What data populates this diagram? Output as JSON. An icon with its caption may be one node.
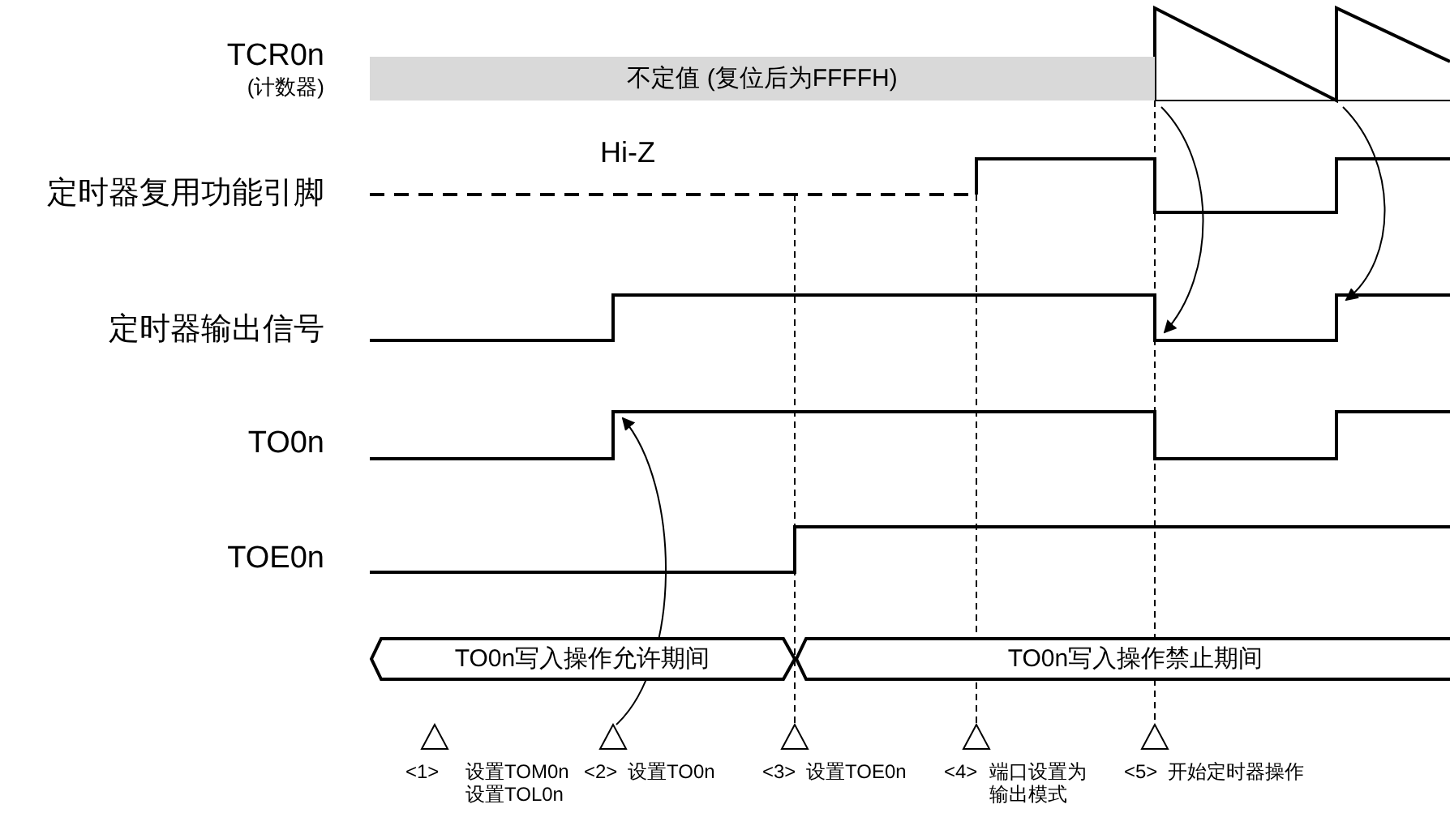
{
  "diagram": {
    "nodes": [
      {
        "text": [
          "不定值 (复位后为FFFFH)"
        ]
      },
      {
        "text": [
          "TO0n写入操作允许期间"
        ]
      },
      {
        "text": [
          "TO0n写入操作禁止期间"
        ]
      }
    ],
    "labels": [
      "TCR0n",
      "(计数器)",
      "定时器复用功能引脚",
      "Hi-Z",
      "定时器输出信号",
      "TO0n",
      "TOE0n",
      "<1>",
      "设置TOM0n 设置TOL0n",
      "<2>",
      "设置TO0n",
      "<3>",
      "设置TOE0n",
      "<4>",
      "端口设置为输出模式",
      "<5>",
      "开始定时器操作"
    ]
  }
}
